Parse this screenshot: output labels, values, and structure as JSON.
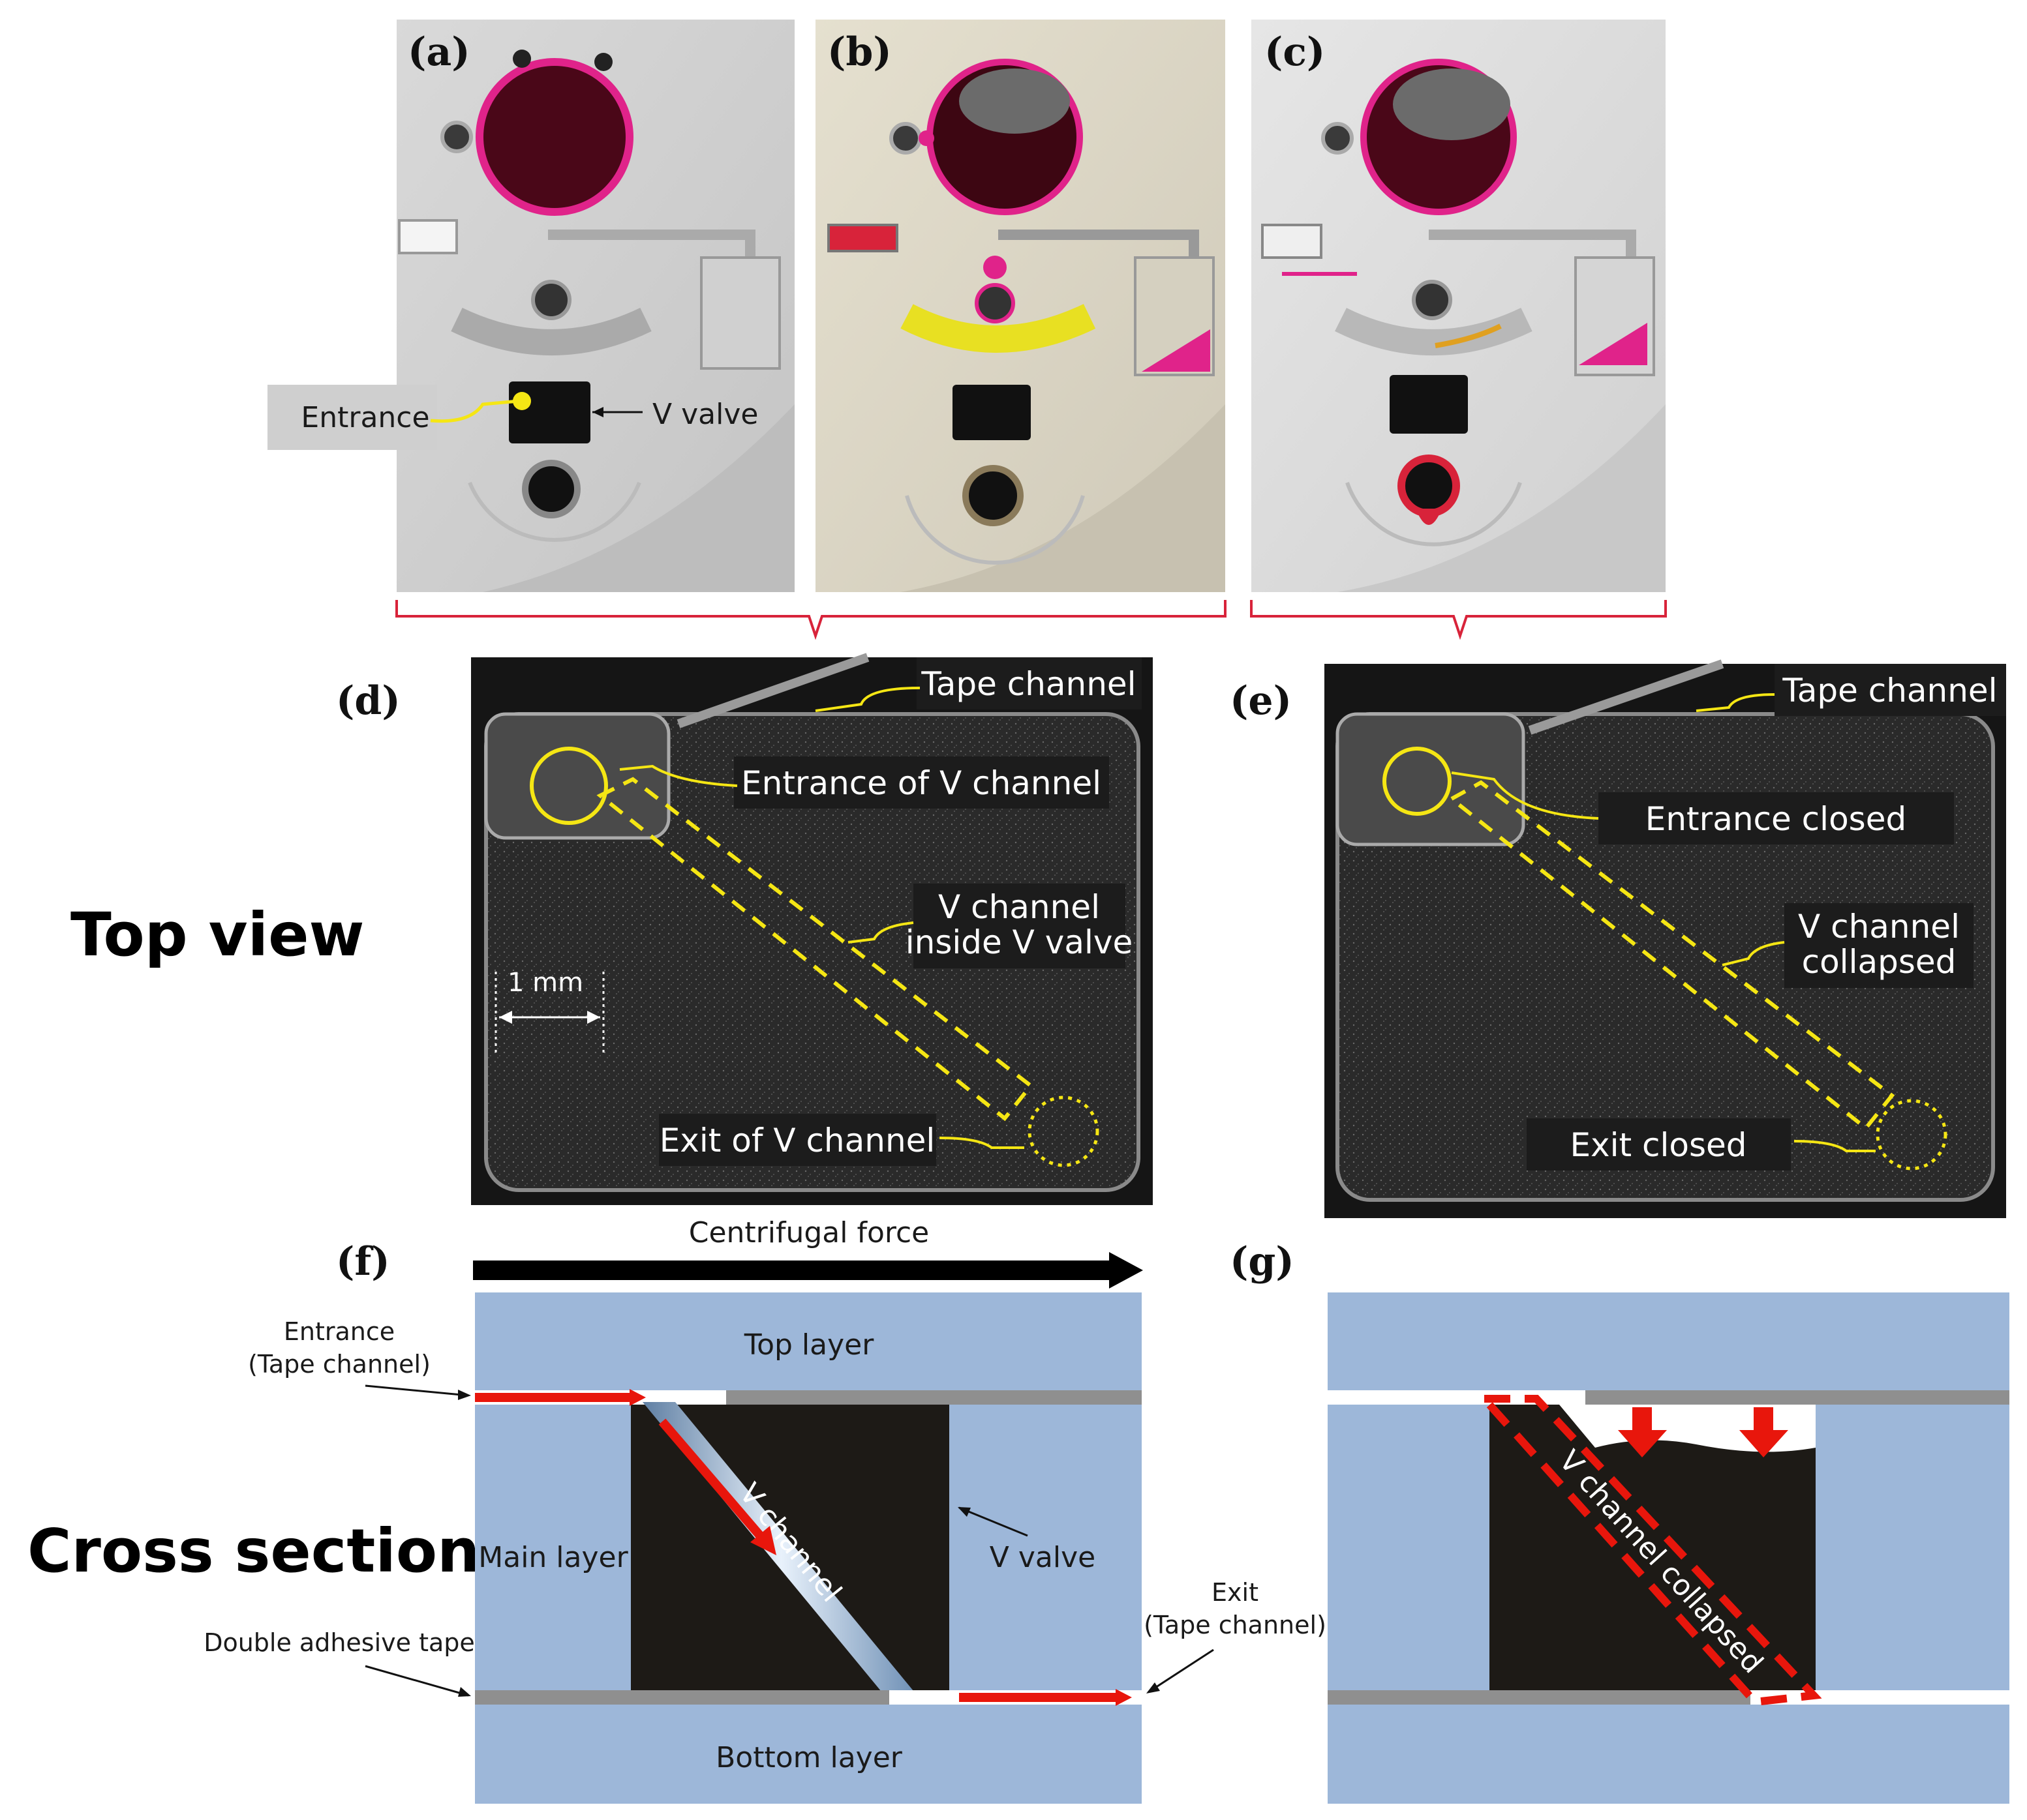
{
  "panels": {
    "a": "(a)",
    "b": "(b)",
    "c": "(c)",
    "d": "(d)",
    "e": "(e)",
    "f": "(f)",
    "g": "(g)"
  },
  "photo_labels": {
    "entrance": "Entrance",
    "v_valve": "V valve"
  },
  "section_labels": {
    "top_view": "Top view",
    "cross_section": "Cross section"
  },
  "top_view_d": {
    "tape_channel": "Tape channel",
    "entrance_of_v_channel": "Entrance of V channel",
    "v_channel_inside_line1": "V channel",
    "v_channel_inside_line2": "inside V valve",
    "scale": "1 mm",
    "exit_of_v_channel": "Exit of V channel"
  },
  "top_view_e": {
    "tape_channel": "Tape channel",
    "entrance_closed": "Entrance closed",
    "v_channel_collapsed_line1": "V channel",
    "v_channel_collapsed_line2": "collapsed",
    "exit_closed": "Exit closed"
  },
  "cross_section_f": {
    "centrifugal_force": "Centrifugal force",
    "top_layer": "Top layer",
    "main_layer": "Main layer",
    "v_valve": "V valve",
    "bottom_layer": "Bottom layer",
    "entrance_line1": "Entrance",
    "entrance_line2": "(Tape channel)",
    "exit_line1": "Exit",
    "exit_line2": "(Tape channel)",
    "double_adhesive_tape": "Double adhesive tape",
    "v_channel": "V channel"
  },
  "cross_section_g": {
    "v_channel_collapsed": "V channel collapsed"
  },
  "colors": {
    "layer_blue": "#9db7d9",
    "tape_gray": "#8f8f8f",
    "valve_black": "#1d1a16",
    "flow_red": "#e8160c",
    "highlight_yellow": "#f5e614",
    "callout_bg": "#1c1c1c"
  }
}
